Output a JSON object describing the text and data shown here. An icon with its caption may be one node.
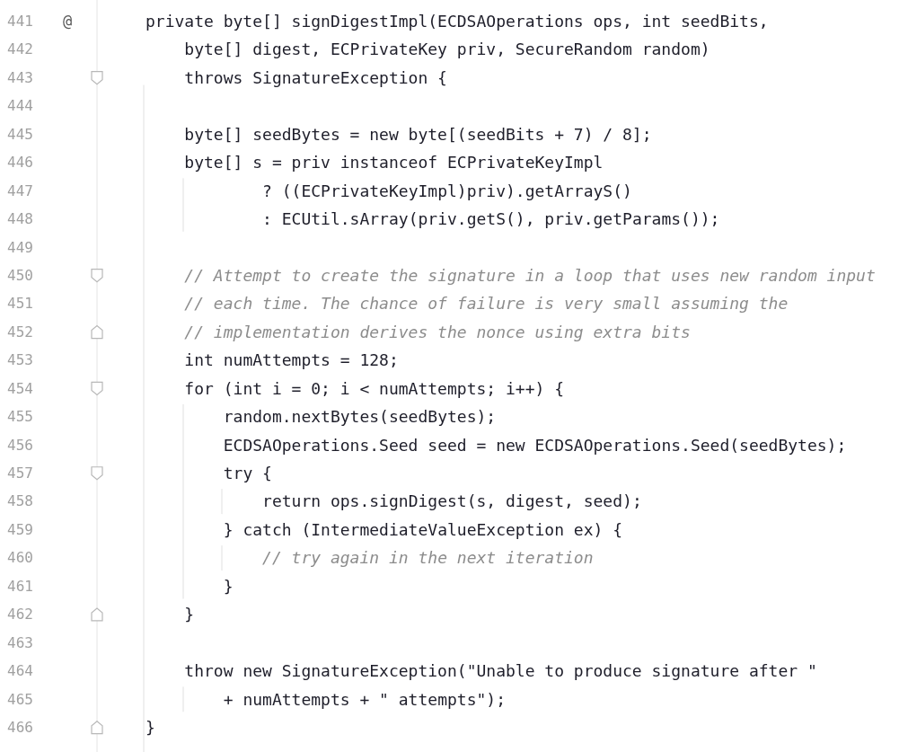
{
  "diagram": {
    "labels": [
      "441",
      "@",
      "private byte[] signDigestImpl(ECDSAOperations ops, int seedBits,",
      "442",
      "byte[] digest, ECPrivateKey priv, SecureRandom random)",
      "443",
      "throws SignatureException {",
      "444",
      "445",
      "byte[] seedBytes = new byte[(seedBits + 7) / 8];",
      "446",
      "byte[] s = priv instanceof ECPrivateKeyImpl",
      "447",
      "? ((ECPrivateKeyImpl)priv).getArrayS()",
      "448",
      ": ECUtil.sArray(priv.getS(), priv.getParams());",
      "449",
      "450",
      "// Attempt to create the signature in a loop that uses new random input",
      "451",
      "// each time. The chance of failure is very small assuming the",
      "452",
      "// implementation derives the nonce using extra bits",
      "453",
      "int numAttempts = 128;",
      "454",
      "for (int i = 0; i < numAttempts; i++) {",
      "455",
      "random.nextBytes(seedBytes);",
      "456",
      "ECDSAOperations.Seed seed = new ECDSAOperations.Seed(seedBytes);",
      "457",
      "try {",
      "458",
      "return ops.signDigest(s, digest, seed);",
      "459",
      "} catch (IntermediateValueException ex) {",
      "460",
      "// try again in the next iteration",
      "461",
      "}",
      "462",
      "}",
      "463",
      "464",
      "throw new SignatureException(\"Unable to produce signature after \"",
      "465",
      "+ numAttempts + \" attempts\");",
      "466",
      "}"
    ]
  }
}
